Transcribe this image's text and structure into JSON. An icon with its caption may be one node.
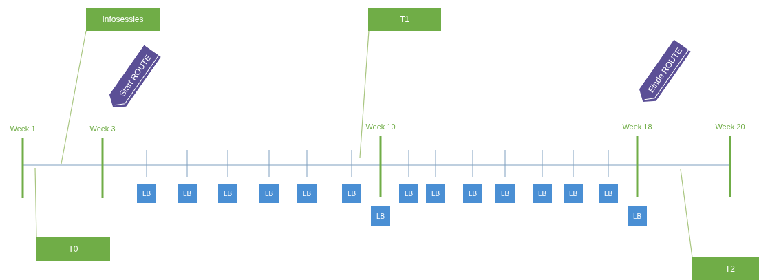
{
  "diagram": {
    "nodes": [
      {
        "text": [
          "Infosessies"
        ]
      },
      {
        "text": [
          "T1"
        ]
      },
      {
        "text": [
          "Start ROUTE"
        ]
      },
      {
        "text": [
          "Einde ROUTE"
        ]
      },
      {
        "text": [
          "LB"
        ]
      },
      {
        "text": [
          "LB"
        ]
      },
      {
        "text": [
          "LB"
        ]
      },
      {
        "text": [
          "LB"
        ]
      },
      {
        "text": [
          "LB"
        ]
      },
      {
        "text": [
          "LB"
        ]
      },
      {
        "text": [
          "LB"
        ]
      },
      {
        "text": [
          "LB"
        ]
      },
      {
        "text": [
          "LB"
        ]
      },
      {
        "text": [
          "LB"
        ]
      },
      {
        "text": [
          "LB"
        ]
      },
      {
        "text": [
          "LB"
        ]
      },
      {
        "text": [
          "LB"
        ]
      },
      {
        "text": [
          "LB"
        ]
      },
      {
        "text": [
          "LB"
        ]
      },
      {
        "text": [
          "T0"
        ]
      },
      {
        "text": [
          "T2"
        ]
      }
    ],
    "edges": [
      {
        "from": 0,
        "to": null,
        "arrow": "none"
      },
      {
        "from": 1,
        "to": null,
        "arrow": "none"
      },
      {
        "from": 19,
        "to": null,
        "arrow": "none"
      },
      {
        "from": 20,
        "to": null,
        "arrow": "none"
      }
    ],
    "labels": [
      "Week 1",
      "Week 3",
      "Week 10",
      "Week 18",
      "Week 20"
    ]
  }
}
